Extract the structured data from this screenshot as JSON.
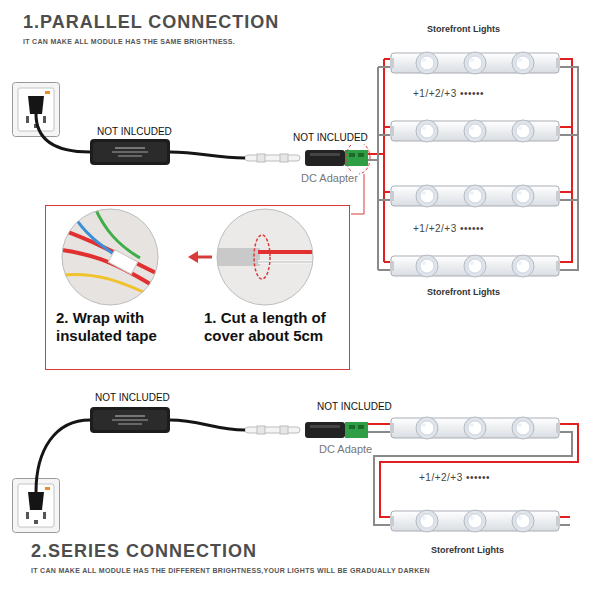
{
  "diagram": {
    "nodes": [
      {
        "text": [
          "2. Wrap with insulated tape",
          "1. Cut a length of cover about 5cm"
        ]
      }
    ],
    "labels": [
      "1.PARALLEL CONNECTION",
      "IT CAN MAKE ALL MODULE HAS THE SAME BRIGHTNESS.",
      "NOT INLCUDED",
      "NOT INCLUDED",
      "DC Adapter",
      "Storefront Lights",
      "+1/+2/+3 ••••••",
      "+1/+2/+3 ••••••",
      "Storefront Lights",
      "NOT INCLUDED",
      "NOT INCLUDED",
      "DC Adapte",
      "+1/+2/+3 ••••••",
      "Storefront Lights",
      "2.SERIES CONNECTION",
      "IT CAN MAKE ALL MODULE HAS THE DIFFERENT BRIGHTNESS,YOUR LIGHTS WILL BE GRADUALLY DARKEN"
    ]
  }
}
